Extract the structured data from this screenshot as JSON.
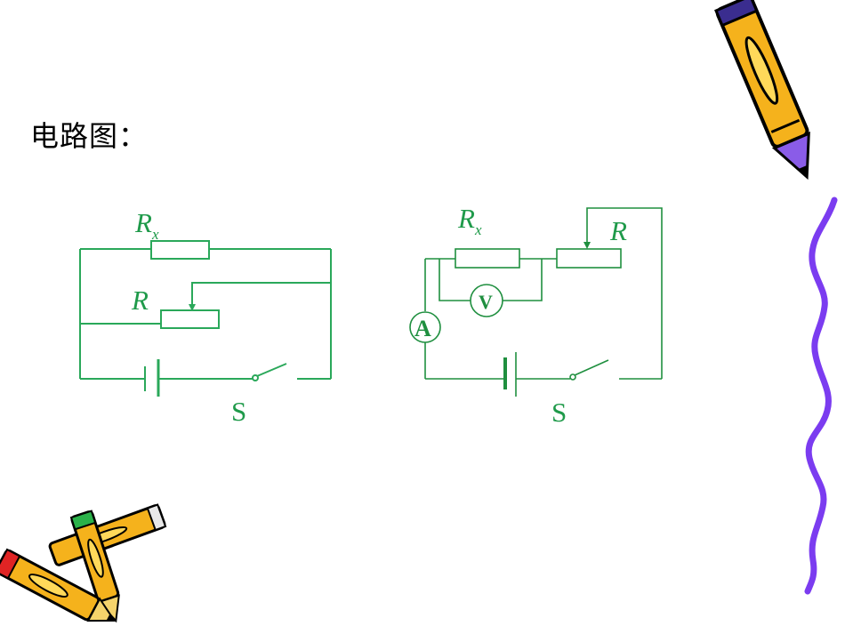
{
  "slide": {
    "title": "电路图："
  },
  "colors": {
    "wire": "#2aa85a",
    "wire_dark": "#1f8f3f",
    "label": "#1f9a4a",
    "squiggle": "#7b3cf0"
  },
  "circuit_left": {
    "rx_label": "R",
    "rx_sub": "x",
    "r_label": "R",
    "switch_label": "S"
  },
  "circuit_right": {
    "rx_label": "R",
    "rx_sub": "x",
    "r_label": "R",
    "ammeter_label": "A",
    "voltmeter_label": "V",
    "switch_label": "S"
  },
  "icons": {
    "top_right": "pencil-icon",
    "bottom_left": "crossed-pencils-icon",
    "right_edge": "squiggle-line"
  }
}
